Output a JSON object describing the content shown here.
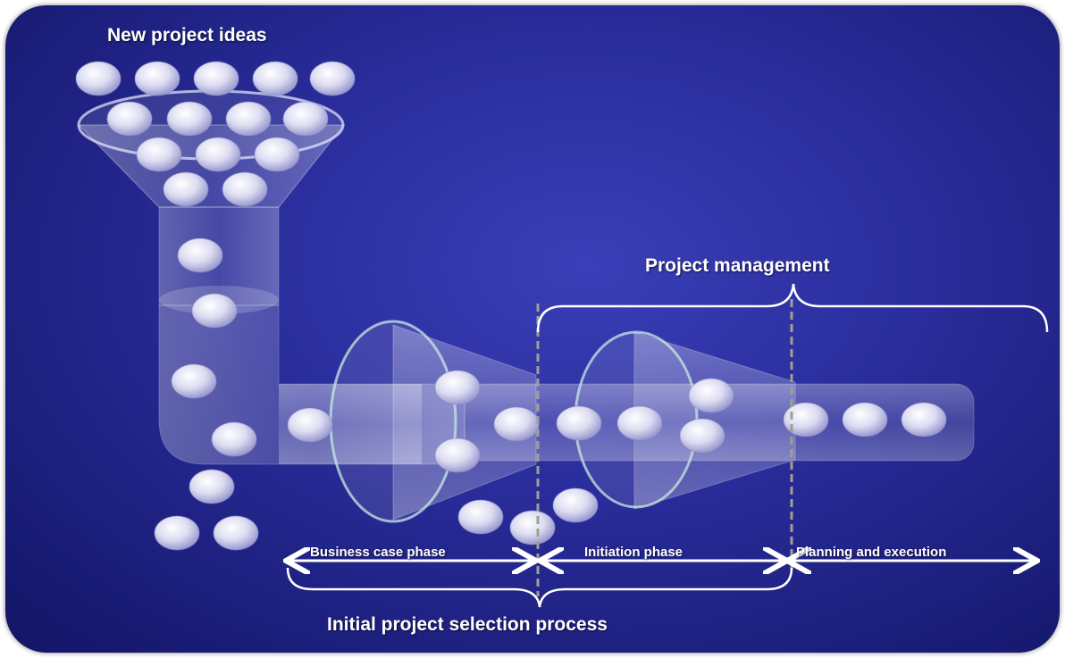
{
  "labels": {
    "new_ideas": "New project ideas",
    "project_management": "Project management",
    "business_case_phase": "Business case phase",
    "initiation_phase": "Initiation phase",
    "planning_execution": "Planning and execution",
    "initial_selection": "Initial project selection process"
  },
  "colors": {
    "background": "#22259a",
    "bead": "#d8d8f0",
    "tube": "#ffffff"
  }
}
